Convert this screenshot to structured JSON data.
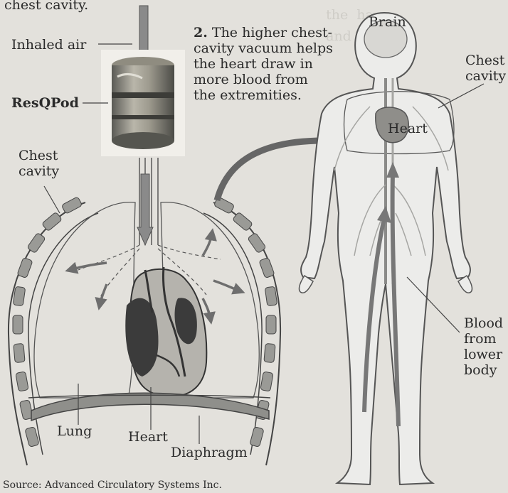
{
  "header": {
    "top_text": "chest cavity."
  },
  "pump": {
    "inhaled_air_label": "Inhaled air",
    "device_label": "ResQPod"
  },
  "step2": {
    "number": "2.",
    "text_lines": [
      "The higher chest-",
      "cavity vacuum helps",
      "the heart draw in",
      "more blood from",
      "the extremities."
    ]
  },
  "chest_diagram": {
    "chest_cavity_label": [
      "Chest",
      "cavity"
    ],
    "lung_label": "Lung",
    "heart_label": "Heart",
    "diaphragm_label": "Diaphragm"
  },
  "body_diagram": {
    "brain_label": "Brain",
    "chest_cavity_label": [
      "Chest",
      "cavity"
    ],
    "heart_label": "Heart",
    "blood_label": [
      "Blood",
      "from",
      "lower",
      "body"
    ]
  },
  "footer": {
    "source": "Source: Advanced Circulatory Systems Inc."
  },
  "colors": {
    "background": "#e3e1dc",
    "line": "#3a3a3a",
    "arrow": "#6e6e6e",
    "heart_dark": "#3b3b3b",
    "body_fill": "#ececea"
  },
  "icons": [
    "air-flow-arrow",
    "flow-arrow",
    "heart-icon",
    "resqpod-device"
  ]
}
